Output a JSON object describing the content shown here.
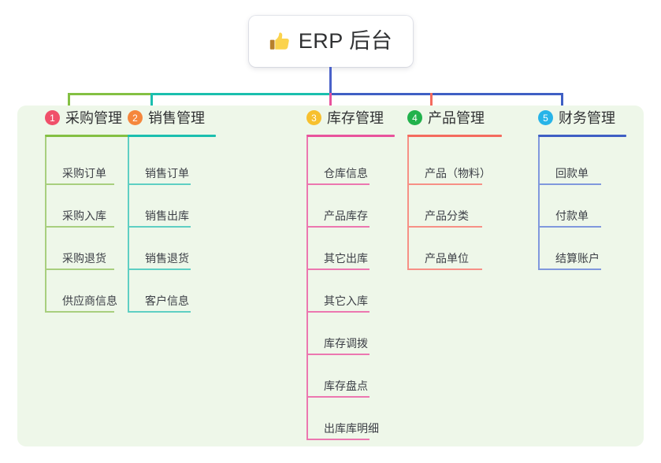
{
  "root": {
    "icon": "thumbs-up-icon",
    "title": "ERP 后台"
  },
  "palette": {
    "panel_bg": "#eef7e9",
    "page_bg": "#ffffff",
    "text": "#303133",
    "root_stem": "#4a61c9"
  },
  "columns": [
    {
      "index": "1",
      "badge_label": "1",
      "badge_color": "#f0506a",
      "line_color": "#84c043",
      "leaf_line_color": "#a8cf7e",
      "title": "采购管理",
      "items": [
        "采购订单",
        "采购入库",
        "采购退货",
        "供应商信息"
      ]
    },
    {
      "index": "2",
      "badge_label": "2",
      "badge_color": "#f5873c",
      "line_color": "#1bbfae",
      "leaf_line_color": "#5ecfc3",
      "title": "销售管理",
      "items": [
        "销售订单",
        "销售出库",
        "销售退货",
        "客户信息"
      ]
    },
    {
      "index": "3",
      "badge_label": "3",
      "badge_color": "#f7c02e",
      "line_color": "#e8539c",
      "leaf_line_color": "#ec77b0",
      "title": "库存管理",
      "items": [
        "仓库信息",
        "产品库存",
        "其它出库",
        "其它入库",
        "库存调拨",
        "库存盘点",
        "出库库明细"
      ]
    },
    {
      "index": "4",
      "badge_label": "4",
      "badge_color": "#22b24c",
      "line_color": "#f46b5e",
      "leaf_line_color": "#f79086",
      "title": "产品管理",
      "items": [
        "产品（物料）",
        "产品分类",
        "产品单位"
      ]
    },
    {
      "index": "5",
      "badge_label": "5",
      "badge_color": "#27b4e8",
      "line_color": "#3f5fc4",
      "leaf_line_color": "#8098dd",
      "title": "财务管理",
      "items": [
        "回款单",
        "付款单",
        "结算账户"
      ]
    }
  ]
}
